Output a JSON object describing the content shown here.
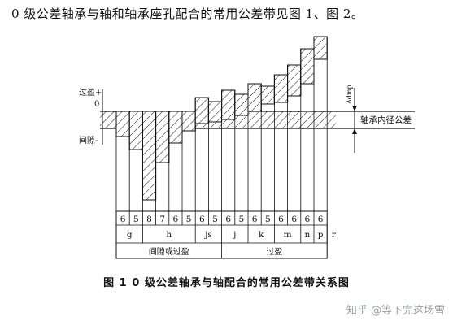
{
  "intro_text": "0 级公差轴承与轴和轴承座孔配合的常用公差带见图 1、图 2。",
  "figure": {
    "caption": "图 1   0 级公差轴承与轴配合的常用公差带关系图",
    "axis_labels": {
      "interference_plus": "过盈+",
      "zero": "0",
      "clearance_minus": "间隙-",
      "delta_symbol": "Δdmp",
      "bearing_tolerance": "轴承内径公差"
    },
    "grades": [
      "6",
      "5",
      "8",
      "7",
      "6",
      "5",
      "6",
      "5",
      "6",
      "5",
      "6",
      "5",
      "6",
      "6",
      "6",
      "6"
    ],
    "fits": [
      {
        "label": "g",
        "span": 2
      },
      {
        "label": "h",
        "span": 4
      },
      {
        "label": "js",
        "span": 2
      },
      {
        "label": "j",
        "span": 2
      },
      {
        "label": "k",
        "span": 2
      },
      {
        "label": "m",
        "span": 2
      },
      {
        "label": "n",
        "span": 1
      },
      {
        "label": "p",
        "span": 1
      },
      {
        "label": "r",
        "span": 1
      }
    ],
    "fit_types": [
      {
        "label": "间隙或过盈",
        "span": 8
      },
      {
        "label": "过盈",
        "span": 8
      }
    ]
  },
  "watermark": "知乎 @等下完这场雪"
}
